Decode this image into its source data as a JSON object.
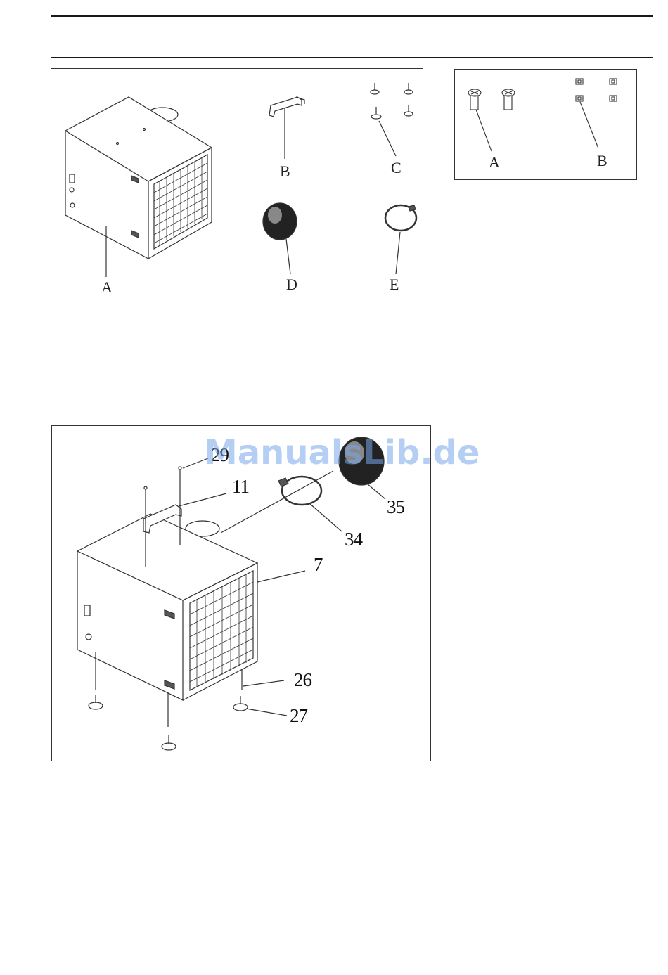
{
  "accessories_figure": {
    "labels": [
      "A",
      "B",
      "C",
      "D",
      "E"
    ]
  },
  "fasteners_figure": {
    "labels": [
      "A",
      "B"
    ]
  },
  "assembly_figure": {
    "part_numbers": [
      "29",
      "11",
      "35",
      "34",
      "7",
      "26",
      "27"
    ]
  },
  "watermark": "ManualsLib.de",
  "colors": {
    "line": "#333333",
    "watermark": "#78a5eb"
  }
}
